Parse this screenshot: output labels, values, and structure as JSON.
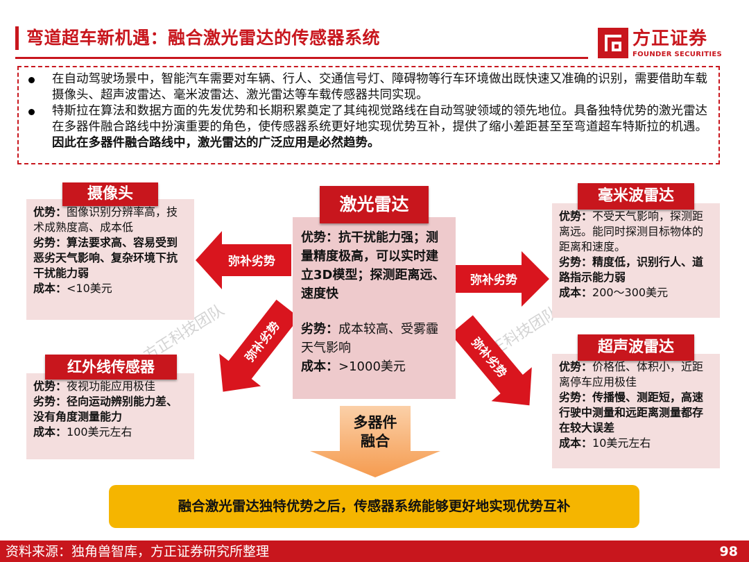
{
  "header": {
    "title": "弯道超车新机遇：融合激光雷达的传感器系统",
    "logo_cn": "方正证券",
    "logo_en": "FOUNDER SECURITIES"
  },
  "summary": {
    "bullet1": "在自动驾驶场景中，智能汽车需要对车辆、行人、交通信号灯、障碍物等行车环境做出既快速又准确的识别，需要借助车载摄像头、超声波雷达、毫米波雷达、激光雷达等车载传感器共同实现。",
    "bullet2_normal": "特斯拉在算法和数据方面的先发优势和长期积累奠定了其纯视觉路线在自动驾驶领域的领先地位。具备独特优势的激光雷达在多器件融合路线中扮演重要的角色，使传感器系统更好地实现优势互补，提供了缩小差距甚至至弯道超车特斯拉的机遇。",
    "bullet2_bold": "因此在多器件融合路线中，激光雷达的广泛应用是必然趋势。"
  },
  "sensors": {
    "camera": {
      "name": "摄像头",
      "adv_label": "优势：",
      "adv": "图像识别分辨率高，技术成熟度高、成本低",
      "dis_label": "劣势：",
      "dis": "算法要求高、容易受到恶劣天气影响、复杂环境下抗干扰能力弱",
      "cost_label": "成本：",
      "cost": "<10美元"
    },
    "infrared": {
      "name": "红外线传感器",
      "adv_label": "优势：",
      "adv": "夜视功能应用极佳",
      "dis_label": "劣势：",
      "dis": "径向运动辨别能力差、没有角度测量能力",
      "cost_label": "成本：",
      "cost": "100美元左右"
    },
    "lidar": {
      "name": "激光雷达",
      "adv_label": "优势：",
      "adv": "抗干扰能力强；测量精度极高，可以实时建立3D模型；探测距离远、速度快",
      "dis_label": "劣势：",
      "dis": "成本较高、受雾霾天气影响",
      "cost_label": "成本：",
      "cost": ">1000美元"
    },
    "mmwave": {
      "name": "毫米波雷达",
      "adv_label": "优势：",
      "adv": "不受天气影响，探测距离远。能同时探测目标物体的距离和速度。",
      "dis_label": "劣势：",
      "dis": "精度低，识别行人、道路指示能力弱",
      "cost_label": "成本：",
      "cost": "200～300美元"
    },
    "ultrasonic": {
      "name": "超声波雷达",
      "adv_label": "优势：",
      "adv": "价格低、体积小，近距离停车应用极佳",
      "dis_label": "劣势：",
      "dis": "传播慢、测距短，高速行驶中测量和远距离测量都存在较大误差",
      "cost_label": "成本：",
      "cost": "10美元左右"
    }
  },
  "arrows": {
    "label": "弥补劣势"
  },
  "fusion": {
    "line1": "多器件",
    "line2": "融合"
  },
  "conclusion": "融合激光雷达独特优势之后，传感器系统能够更好地实现优势互补",
  "watermark": "方正科技团队",
  "footer": {
    "source": "资料来源：独角兽智库，方正证券研究所整理",
    "page": "98"
  },
  "colors": {
    "brand_red": "#c8161d",
    "card_pink": "#f4dede",
    "lidar_pink": "#eecacc",
    "conclusion_yellow": "#f5b500",
    "fusion_orange": "#f7a35c"
  }
}
